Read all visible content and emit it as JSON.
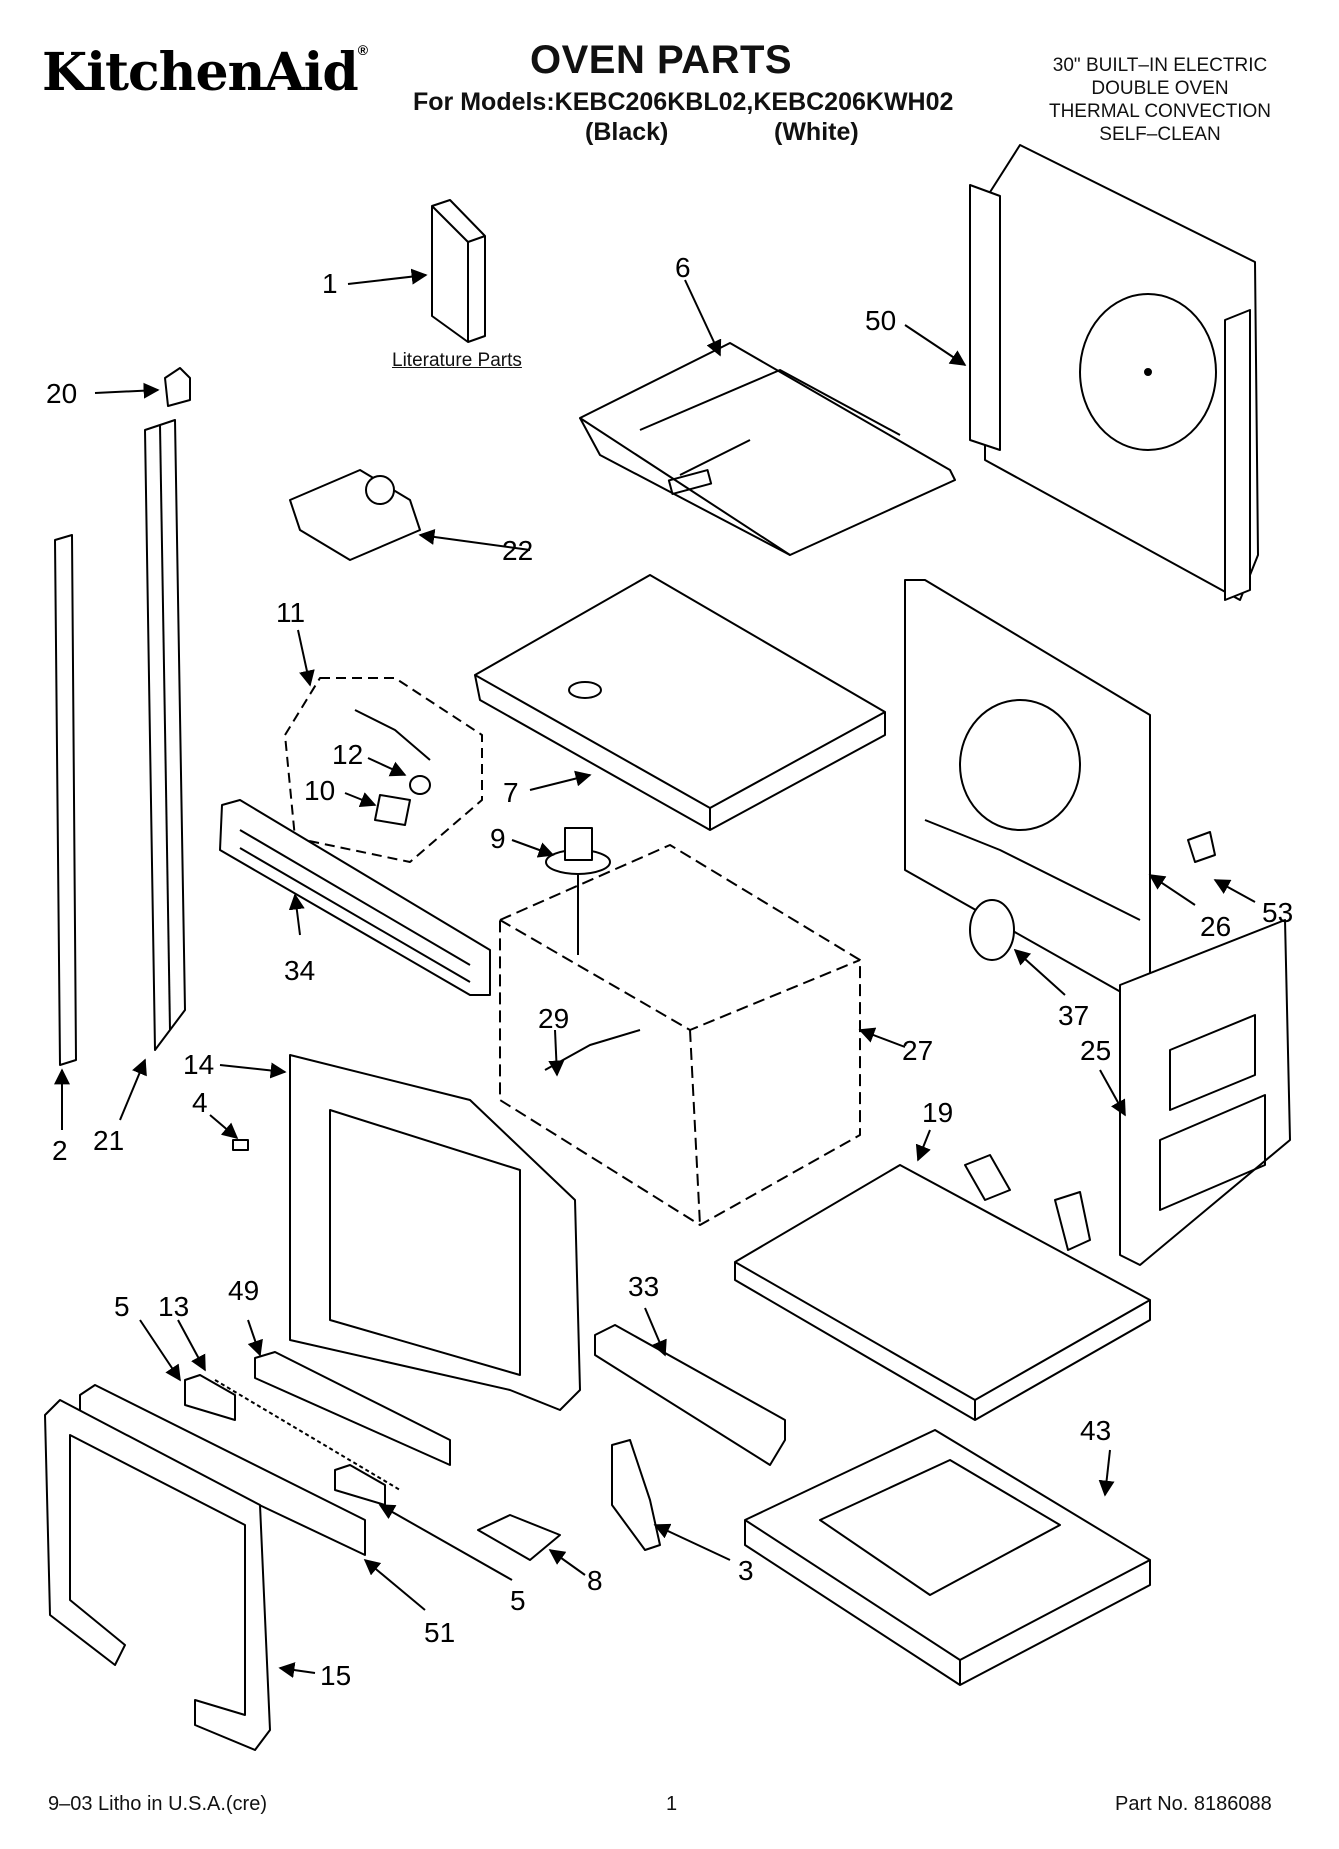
{
  "header": {
    "brand": "KitchenAid",
    "brand_mark": "®",
    "title": "OVEN PARTS",
    "models_line": "For Models:KEBC206KBL02,KEBC206KWH02",
    "model_black": "(Black)",
    "model_white": "(White)",
    "description": [
      "30\" BUILT–IN ELECTRIC",
      "DOUBLE OVEN",
      "THERMAL CONVECTION",
      "SELF–CLEAN"
    ]
  },
  "literature_label": "Literature Parts",
  "part_numbers": [
    "1",
    "6",
    "50",
    "20",
    "22",
    "11",
    "12",
    "10",
    "9",
    "7",
    "34",
    "26",
    "53",
    "37",
    "27",
    "29",
    "14",
    "4",
    "2",
    "21",
    "25",
    "19",
    "33",
    "5",
    "13",
    "49",
    "43",
    "5",
    "8",
    "3",
    "51",
    "15"
  ],
  "footer": {
    "print_info": "9–03 Litho in U.S.A.(cre)",
    "page": "1",
    "part_no": "Part No. 8186088"
  }
}
